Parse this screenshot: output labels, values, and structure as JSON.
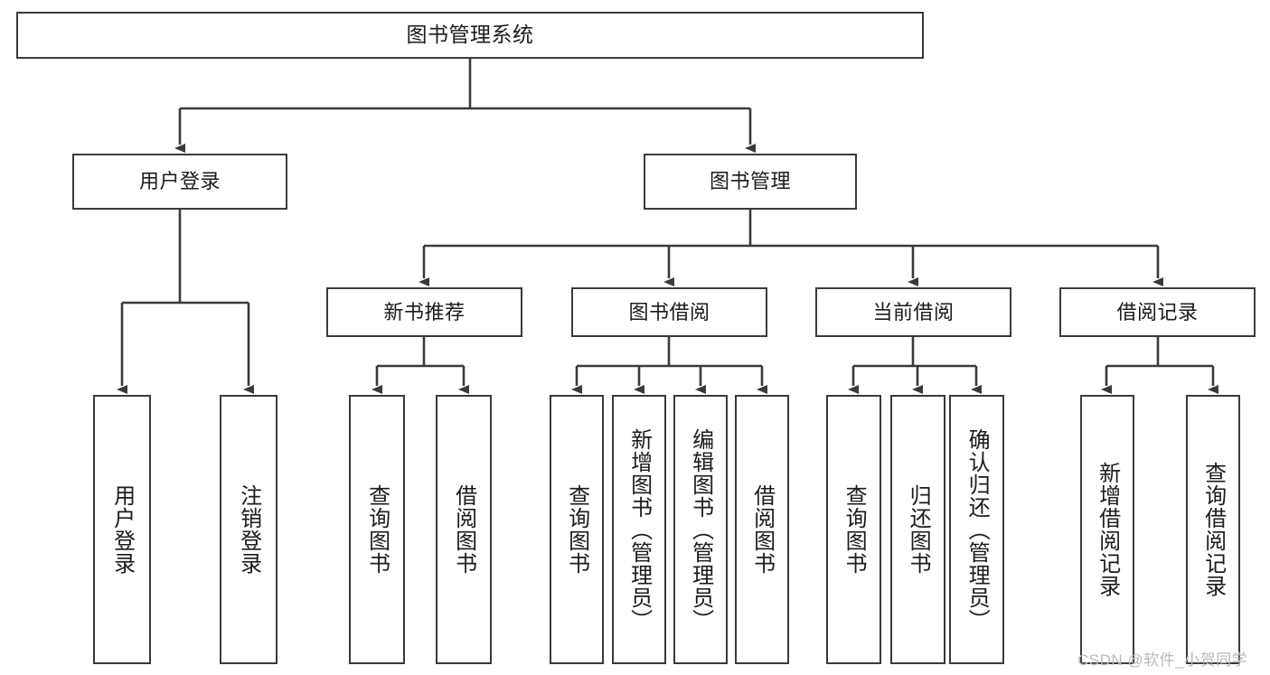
{
  "diagram": {
    "title": "图书管理系统",
    "style": {
      "box_border_color": "#3a3a3a",
      "box_fill_color": "#ffffff",
      "line_color": "#3a3a3a",
      "text_color": "#1b1b1b",
      "background_color": "#ffffff"
    },
    "root": {
      "label": "图书管理系统"
    },
    "level2": [
      {
        "label": "用户登录"
      },
      {
        "label": "图书管理"
      }
    ],
    "level3": [
      {
        "label": "新书推荐"
      },
      {
        "label": "图书借阅"
      },
      {
        "label": "当前借阅"
      },
      {
        "label": "借阅记录"
      }
    ],
    "leaves": {
      "user_login": [
        {
          "label": "用户登录"
        },
        {
          "label": "注销登录"
        }
      ],
      "new_book_recommend": [
        {
          "label": "查询图书"
        },
        {
          "label": "借阅图书"
        }
      ],
      "book_borrow": [
        {
          "label": "查询图书"
        },
        {
          "label": "新增图书（管理员）"
        },
        {
          "label": "编辑图书（管理员）"
        },
        {
          "label": "借阅图书"
        }
      ],
      "current_borrow": [
        {
          "label": "查询图书"
        },
        {
          "label": "归还图书"
        },
        {
          "label": "确认归还（管理员）"
        }
      ],
      "borrow_record": [
        {
          "label": "新增借阅记录"
        },
        {
          "label": "查询借阅记录"
        }
      ]
    }
  },
  "watermark": {
    "text": "CSDN @软件_小贺同学"
  }
}
